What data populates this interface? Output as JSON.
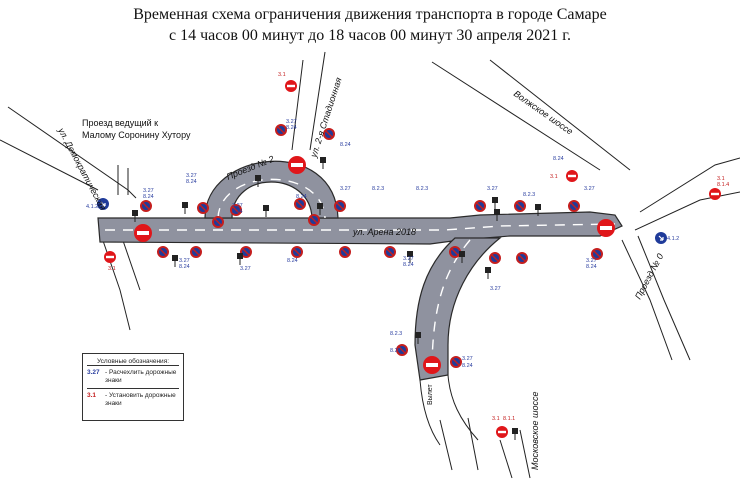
{
  "title": {
    "line1": "Временная схема ограничения движения транспорта в городе Самаре",
    "line2": "с 14 часов 00 минут до 18 часов 00 минут 30 апреля 2021 г."
  },
  "labels": {
    "proezd_vedushchiy": [
      "Проезд ведущий к",
      "Малому Соронину Хутору"
    ],
    "democratic": "ул. Демократическая",
    "stadionnaya": "ул. 2-я Стадионная",
    "volzhskoe": "Волжское шоссе",
    "proezd2": "Проезд № 2",
    "arena": "ул. Арена 2018",
    "proezd0": "Проезд № 0",
    "moskovskoe": "Московское шоссе",
    "vylet": "Вылет"
  },
  "legend": {
    "title": "Условные обозначения:",
    "items": [
      {
        "code": "3.27",
        "text": "- Расчехлить дорожные знаки",
        "color": "#2b3fa0"
      },
      {
        "code": "3.1",
        "text": "- Установить дорожные знаки",
        "color": "#c41e1e"
      }
    ]
  },
  "sign_codes": {
    "no_stop": "3.27",
    "work_zone": "8.24",
    "extra": "8.2.3",
    "no_entry": "3.1",
    "keep_right": "4.1.2",
    "extra2": "8.1.1",
    "extra3": "8.1.4"
  },
  "colors": {
    "road": "#8f929f",
    "road_edge": "#2a2a2a",
    "no_entry_red": "#e0161a",
    "blue_sign": "#1f3b9a",
    "text_blue": "#2b3fa0",
    "text_red": "#c41e1e"
  }
}
